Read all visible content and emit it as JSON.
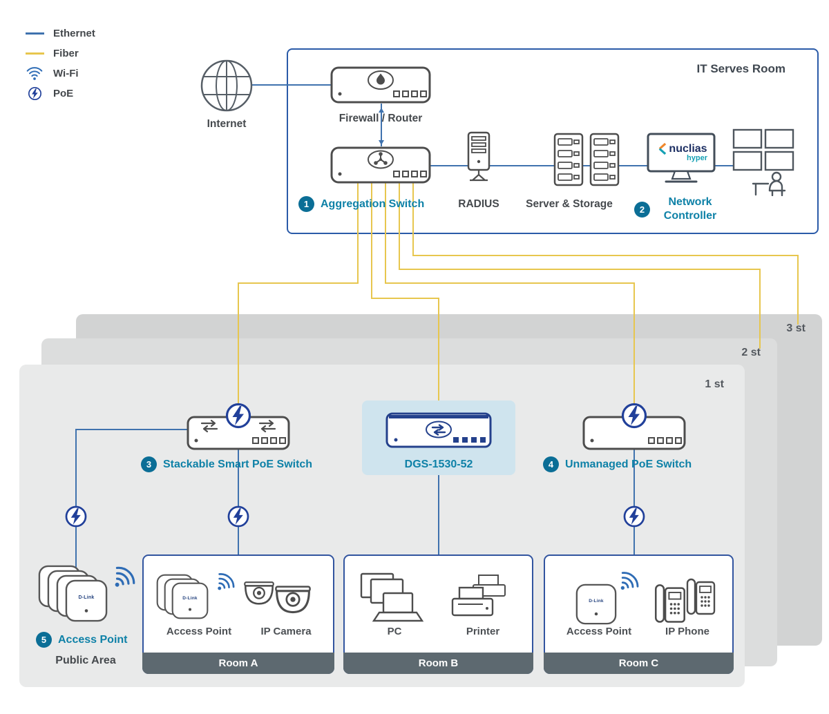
{
  "colors": {
    "ethernet_blue": "#3f72ae",
    "fiber_yellow": "#e7c64e",
    "accent_teal": "#0e81a7",
    "badge_teal": "#0b6e96",
    "poe_navy": "#21409a",
    "wifi_blue": "#2e6cb5",
    "room_bar_gray": "#5d6970",
    "dgs_highlight": "#cfe4ee"
  },
  "legend": {
    "items": [
      {
        "label": "Ethernet"
      },
      {
        "label": "Fiber"
      },
      {
        "label": "Wi-Fi"
      },
      {
        "label": "PoE"
      }
    ]
  },
  "internet": {
    "label": "Internet"
  },
  "it_room": {
    "title": "IT Serves Room",
    "firewall": {
      "label": "Firewall / Router"
    },
    "aggregation": {
      "badge": "1",
      "label": "Aggregation Switch"
    },
    "radius": {
      "label": "RADIUS"
    },
    "servers": {
      "label": "Server & Storage"
    },
    "controller": {
      "badge": "2",
      "label": "Network Controller",
      "logo_text": "nuclias",
      "logo_sub": "hyper"
    }
  },
  "floors": {
    "f3": "3 st",
    "f2": "2 st",
    "f1": "1 st"
  },
  "floor1": {
    "stackable": {
      "badge": "3",
      "label": "Stackable Smart PoE Switch"
    },
    "dgs": {
      "label": "DGS-1530-52"
    },
    "unmanaged": {
      "badge": "4",
      "label": "Unmanaged PoE Switch"
    },
    "public_area": {
      "badge": "5",
      "label": "Access Point",
      "caption": "Public Area"
    },
    "rooms": [
      {
        "name": "Room A",
        "device1": "Access Point",
        "device2": "IP Camera"
      },
      {
        "name": "Room B",
        "device1": "PC",
        "device2": "Printer"
      },
      {
        "name": "Room C",
        "device1": "Access Point",
        "device2": "IP Phone"
      }
    ]
  },
  "brand": {
    "dlink": "D-Link"
  }
}
